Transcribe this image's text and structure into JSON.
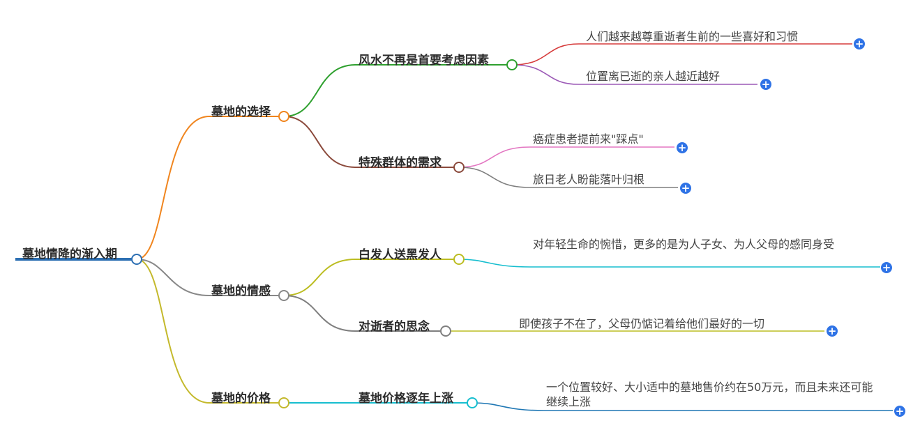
{
  "root": {
    "label": "墓地情降的渐入期"
  },
  "branches": [
    {
      "label": "墓地的选择",
      "children": [
        {
          "label": "风水不再是首要考虑因素",
          "leaves": [
            "人们越来越尊重逝者生前的一些喜好和习惯",
            "位置离已逝的亲人越近越好"
          ]
        },
        {
          "label": "特殊群体的需求",
          "leaves": [
            "癌症患者提前来\"踩点\"",
            "旅日老人盼能落叶归根"
          ]
        }
      ]
    },
    {
      "label": "墓地的情感",
      "children": [
        {
          "label": "白发人送黑发人",
          "leaves": [
            "对年轻生命的惋惜，更多的是为人子女、为人父母的感同身受"
          ]
        },
        {
          "label": "对逝者的思念",
          "leaves": [
            "即使孩子不在了，父母仍惦记着给他们最好的一切"
          ]
        }
      ]
    },
    {
      "label": "墓地的价格",
      "children": [
        {
          "label": "墓地价格逐年上涨",
          "leaves": [
            "一个位置较好、大小适中的墓地售价约在50万元，而且未来还可能继续上涨"
          ]
        }
      ]
    }
  ],
  "expand_symbol": "+",
  "colors": {
    "root_line": "#2c6fb3",
    "branch_choice": "#f0851e",
    "branch_emotion": "#888888",
    "branch_price": "#c4b92c",
    "fengshui": "#2ea02e",
    "special": "#8b4a3c",
    "leaf_red": "#d63b3b",
    "leaf_purple": "#9b59b6",
    "leaf_pink": "#e377c2",
    "leaf_gray": "#7f7f7f",
    "white_hair": "#bcbd22",
    "leaf_cyan": "#17becf",
    "missing": "#7f7f7f",
    "leaf_olive": "#bcbd22",
    "price_rise": "#17becf",
    "leaf_blue": "#1f77b4",
    "plus_blue": "#2f73e6"
  }
}
